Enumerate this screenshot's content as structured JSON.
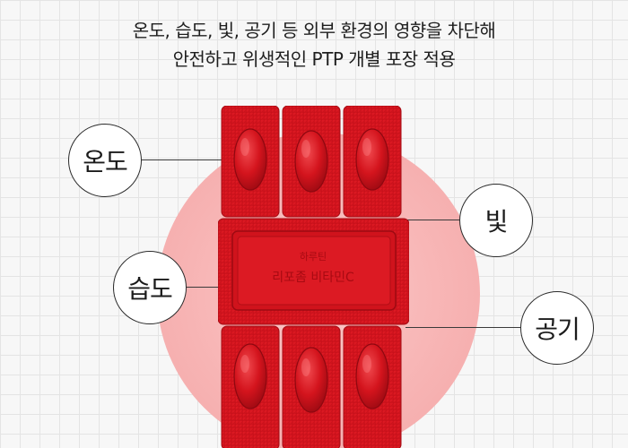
{
  "headline": {
    "line1": "온도, 습도, 빛, 공기 등 외부 환경의 영향을 차단해",
    "line2": "안전하고 위생적인 PTP 개별 포장 적용"
  },
  "labels": {
    "temperature": "온도",
    "humidity": "습도",
    "light": "빛",
    "air": "공기"
  },
  "pack": {
    "brand": "하루틴",
    "product": "리포좀 비타민C",
    "color": "#d8161f"
  },
  "colors": {
    "glow": "#f7b3b3",
    "pack_red": "#d8161f",
    "grid_line": "#e4e4e4",
    "background": "#f7f7f7"
  }
}
